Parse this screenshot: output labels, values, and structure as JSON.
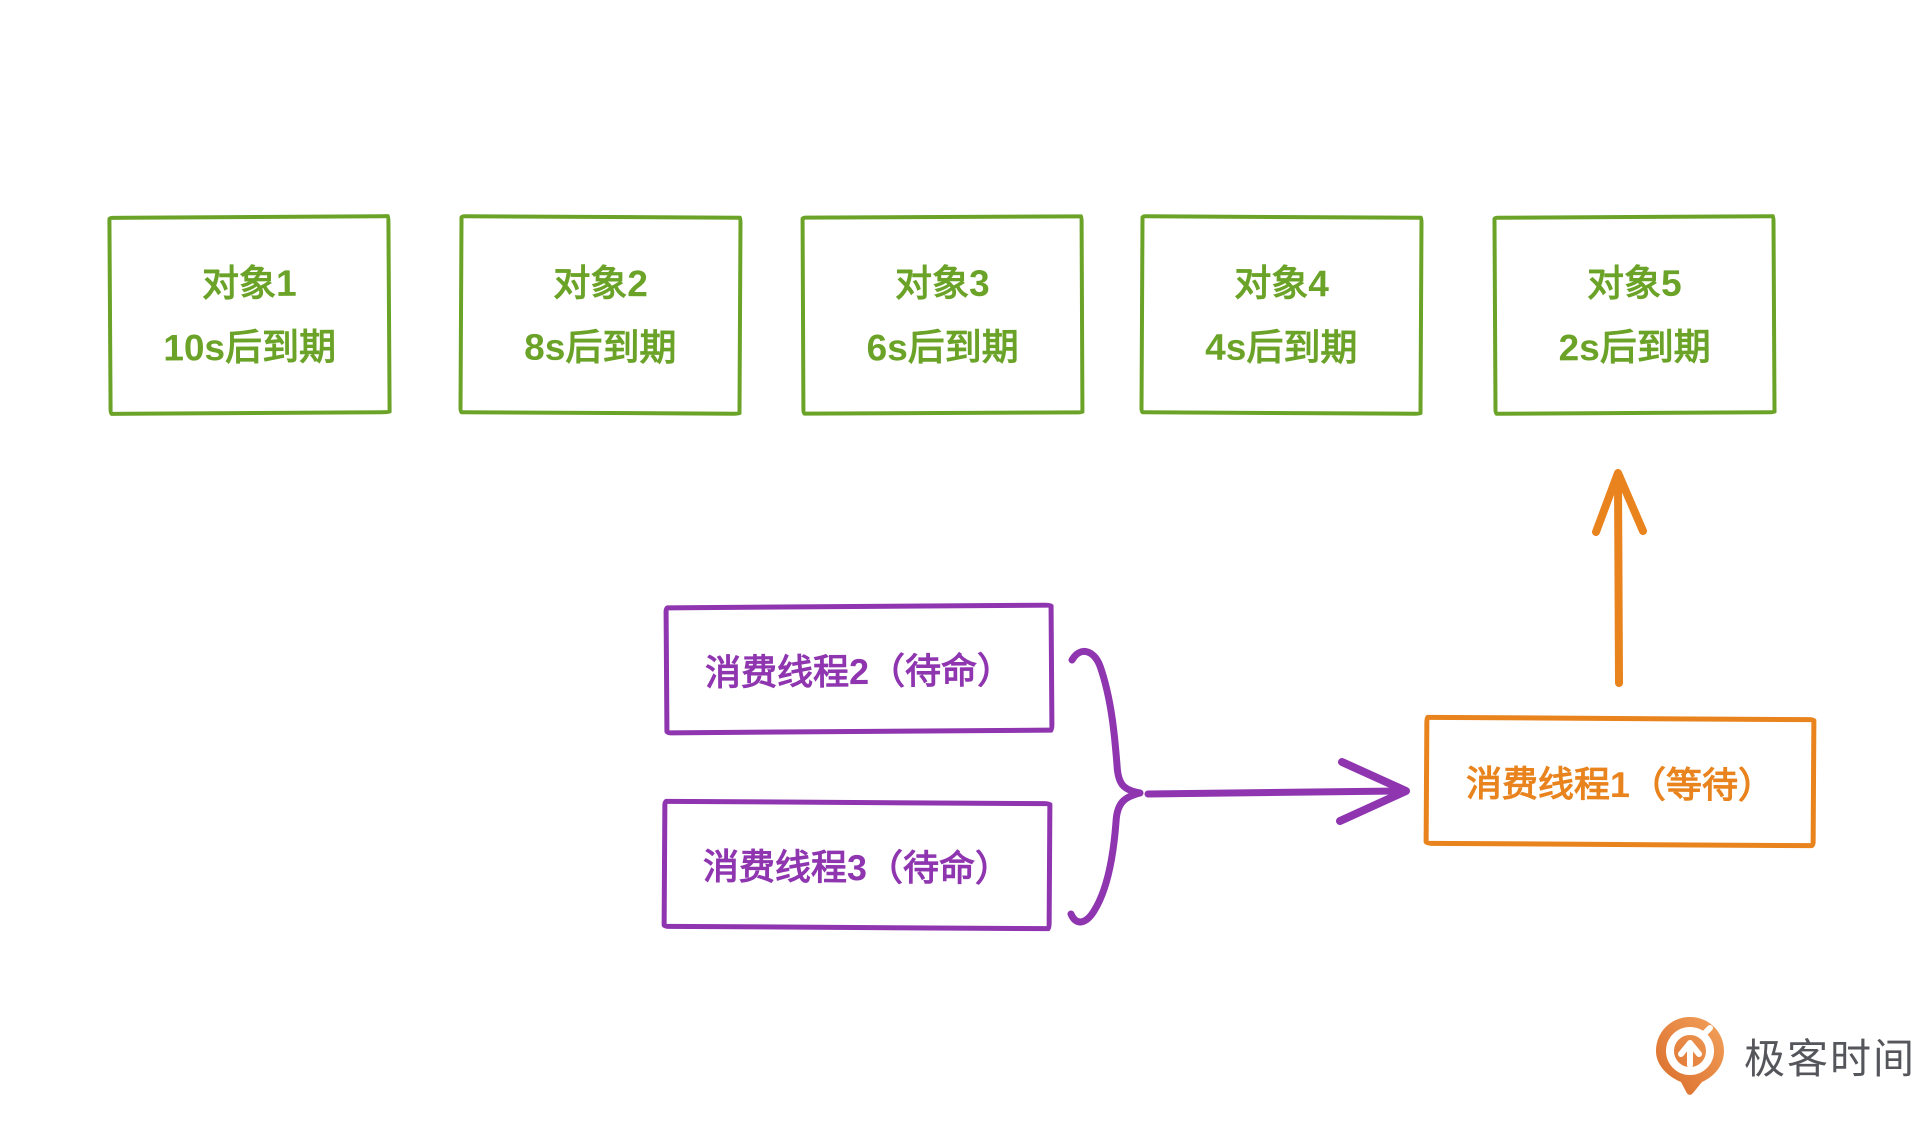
{
  "colors": {
    "green": "#6aa327",
    "purple": "#8e35af",
    "orange": "#e8831d",
    "logo_text": "#55565b"
  },
  "diagram": {
    "objects": [
      {
        "title": "对象1",
        "subtitle": "10s后到期"
      },
      {
        "title": "对象2",
        "subtitle": "8s后到期"
      },
      {
        "title": "对象3",
        "subtitle": "6s后到期"
      },
      {
        "title": "对象4",
        "subtitle": "4s后到期"
      },
      {
        "title": "对象5",
        "subtitle": "2s后到期"
      }
    ],
    "standby_threads": [
      {
        "label": "消费线程2（待命）"
      },
      {
        "label": "消费线程3（待命）"
      }
    ],
    "waiting_thread": {
      "label": "消费线程1（等待）"
    }
  },
  "logo": {
    "icon": "geektime-pin-icon",
    "text": "极客时间"
  }
}
